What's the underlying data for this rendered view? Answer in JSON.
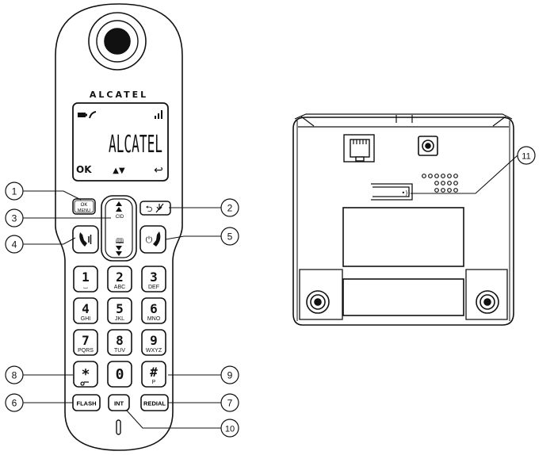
{
  "brand": "ALCATEL",
  "screen": {
    "display_text": "ALCATEL",
    "softkey_left": "OK",
    "softkey_mid": "▲▼",
    "softkey_right": "↩"
  },
  "buttons": {
    "ok_menu": [
      "OK",
      "MENU"
    ],
    "cid": "CID",
    "flash": "FLASH",
    "int": "INT",
    "redial": "REDIAL"
  },
  "keypad": [
    {
      "digit": "1",
      "letters": "⌴"
    },
    {
      "digit": "2",
      "letters": "ABC"
    },
    {
      "digit": "3",
      "letters": "DEF"
    },
    {
      "digit": "4",
      "letters": "GHI"
    },
    {
      "digit": "5",
      "letters": "JKL"
    },
    {
      "digit": "6",
      "letters": "MNO"
    },
    {
      "digit": "7",
      "letters": "PQRS"
    },
    {
      "digit": "8",
      "letters": "TUV"
    },
    {
      "digit": "9",
      "letters": "WXYZ"
    },
    {
      "digit": "*",
      "letters": ""
    },
    {
      "digit": "0",
      "letters": ""
    },
    {
      "digit": "#",
      "letters": "P"
    }
  ],
  "callouts": [
    "1",
    "2",
    "3",
    "4",
    "5",
    "6",
    "7",
    "8",
    "9",
    "10",
    "11"
  ],
  "icons": [
    "battery-icon",
    "handset-status-icon",
    "signal-icon",
    "talk-icon",
    "end-call-icon",
    "back-icon",
    "mute-icon",
    "phonebook-icon",
    "keylock-icon",
    "ringer-icon",
    "phone-jack-icon",
    "power-socket-icon",
    "paging-icon",
    "wall-mount-screw-icon"
  ]
}
